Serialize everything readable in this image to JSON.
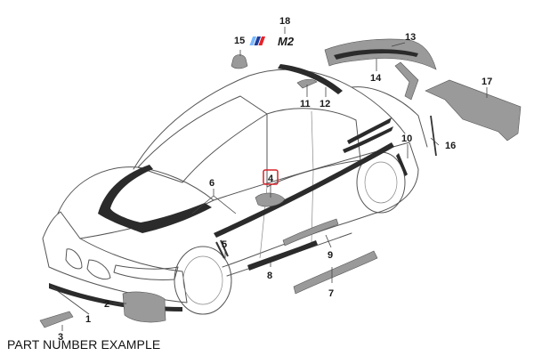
{
  "caption": "PART NUMBER EXAMPLE",
  "callouts": [
    "1",
    "2",
    "3",
    "4",
    "5",
    "6",
    "7",
    "8",
    "9",
    "10",
    "11",
    "12",
    "13",
    "14",
    "15",
    "16",
    "17",
    "18"
  ],
  "badge": {
    "text": "M2"
  },
  "colors": {
    "highlight": "#d6242a",
    "outline": "#555555",
    "part": "#2b2b2b",
    "m_blue_light": "#7ab8ff",
    "m_blue_dark": "#1d3f9e",
    "m_red": "#e6232a"
  }
}
